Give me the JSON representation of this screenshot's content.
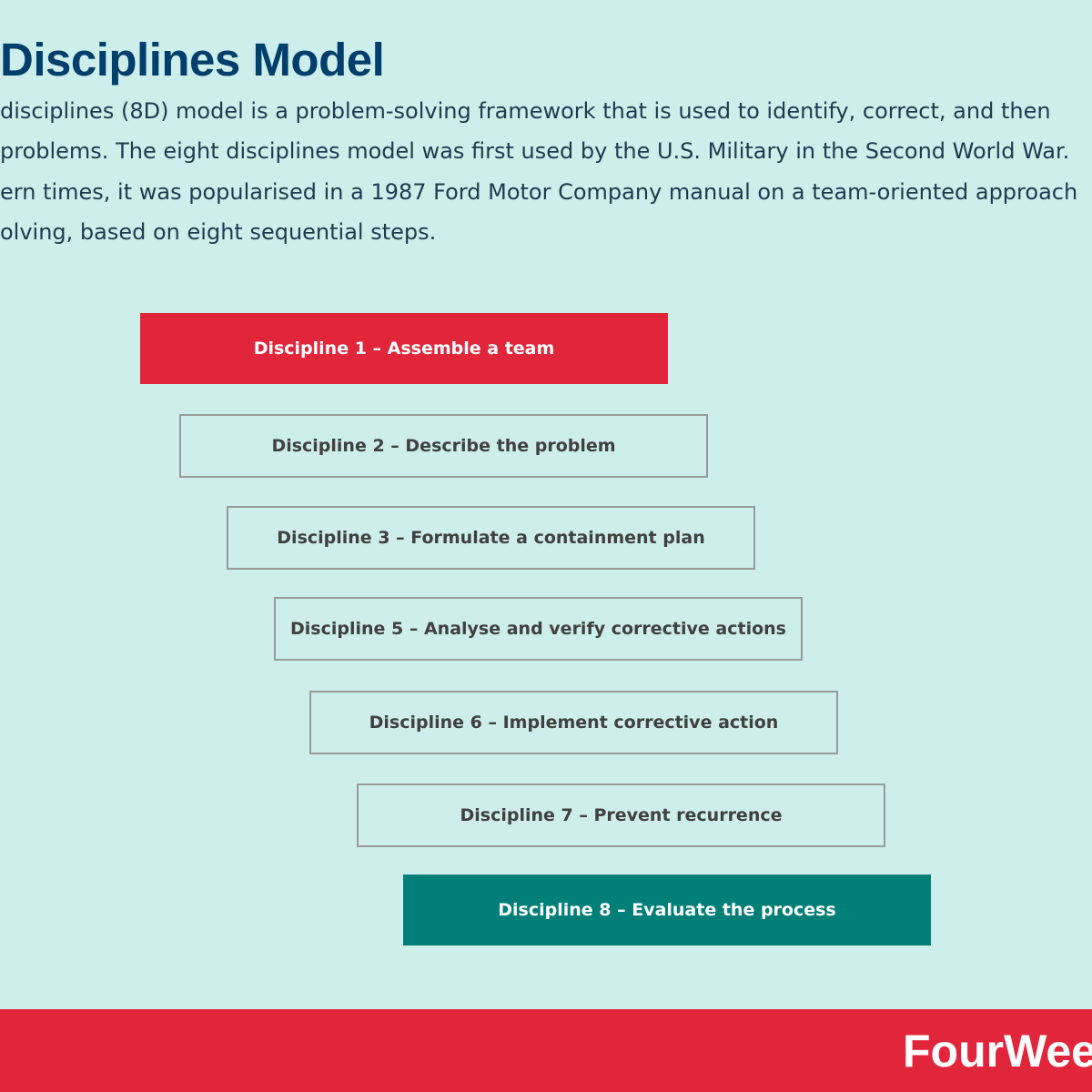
{
  "header": {
    "title": "Disciplines Model",
    "description_lines": [
      "disciplines (8D) model is a problem-solving framework that is used to identify, correct, and then",
      "problems. The eight disciplines model was first used by the U.S. Military in the Second World War.",
      "ern times, it was popularised in a 1987 Ford Motor Company manual on a team-oriented approach",
      "olving, based on eight sequential steps."
    ]
  },
  "steps": [
    {
      "label": "Discipline 1 – Assemble a team",
      "style": "filled",
      "color": "#e1263b"
    },
    {
      "label": "Discipline 2 – Describe the problem",
      "style": "outline",
      "color": "#9a9a9a"
    },
    {
      "label": "Discipline 3 – Formulate a containment plan",
      "style": "outline",
      "color": "#9a9a9a"
    },
    {
      "label": "Discipline 5 – Analyse and verify corrective actions",
      "style": "outline",
      "color": "#9a9a9a"
    },
    {
      "label": "Discipline 6 – Implement corrective action",
      "style": "outline",
      "color": "#9a9a9a"
    },
    {
      "label": "Discipline 7 – Prevent recurrence",
      "style": "outline",
      "color": "#9a9a9a"
    },
    {
      "label": "Discipline 8 – Evaluate the process",
      "style": "filled",
      "color": "#007f78"
    }
  ],
  "footer": {
    "brand": "FourWee",
    "color": "#e1263b"
  },
  "colors": {
    "background": "#cdeeea",
    "title": "#003f6b",
    "accent_red": "#e1263b",
    "accent_teal": "#007f78"
  }
}
